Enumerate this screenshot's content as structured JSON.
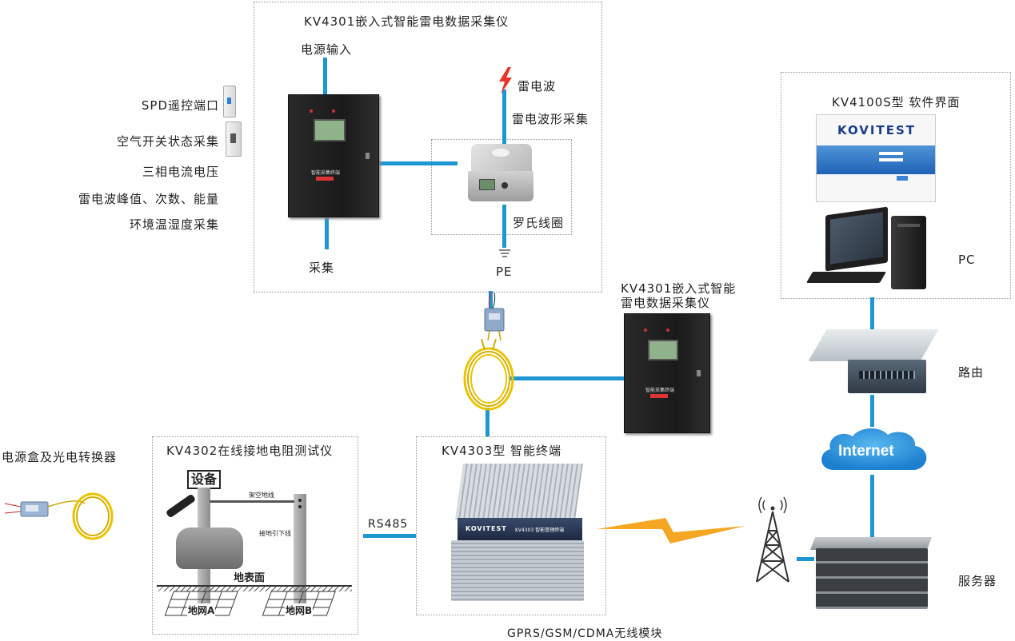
{
  "labels": {
    "main_box_title": "KV4301嵌入式智能雷电数据采集仪",
    "power_input": "电源输入",
    "lightning_wave": "雷电波",
    "lightning_waveform": "雷电波形采集",
    "rogowski_coil": "罗氏线圈",
    "pe": "PE",
    "collect": "采集",
    "spd_port": "SPD遥控端口",
    "air_switch": "空气开关状态采集",
    "three_phase": "三相电流电压",
    "wave_peak": "雷电波峰值、次数、能量",
    "env_temp": "环境温湿度采集",
    "software_title": "KV4100S型 软件界面",
    "pc": "PC",
    "router": "路由",
    "internet": "Internet",
    "server": "服务器",
    "kv4301_second_line1": "KV4301嵌入式智能",
    "kv4301_second_line2": "雷电数据采集仪",
    "power_box": "电源盒及光电转换器",
    "kv4302_title": "KV4302在线接地电阻测试仪",
    "device": "设备",
    "overhead_wire": "架空地线",
    "ground_down": "接地引下线",
    "ground_surface": "地表面",
    "grid_a": "地网A",
    "grid_b": "地网B",
    "rs485": "RS485",
    "kv4303_title": "KV4303型 智能终端",
    "wireless": "GPRS/GSM/CDMA无线模块",
    "brand": "KOVITEST",
    "kv4303_plate": "KV4303  智能管理终端",
    "cabinet_text": "智能采集终端"
  },
  "colors": {
    "link_line": "#1e96d2",
    "lightning_bolt": "#e8352a",
    "wireless_bolt": "#f5a623",
    "internet_cloud": "#2a9be0",
    "brand": "#1a3c8c"
  },
  "icons": [
    "lightning-icon",
    "ground-icon",
    "cabinet-icon",
    "sensor-icon",
    "computer-icon",
    "router-icon",
    "cloud-icon",
    "server-icon",
    "antenna-icon",
    "terminal-icon",
    "fiber-coil-icon",
    "converter-icon",
    "breaker-icon"
  ]
}
